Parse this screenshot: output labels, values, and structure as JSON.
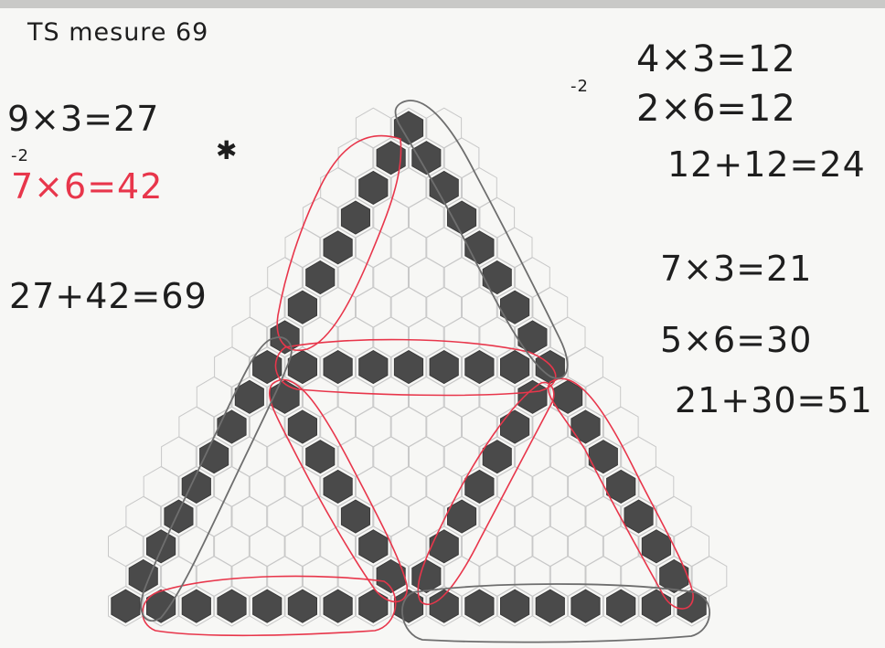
{
  "title": "TS mesure 69",
  "left_notes": {
    "line1": "9×3=27",
    "shift_mark": "-2",
    "line2": "7×6=42",
    "line3": "27+42=69",
    "star": "✱"
  },
  "right_notes": {
    "shift_mark": "-2",
    "line1": "4×3=12",
    "line2": "2×6=12",
    "line3": "12+12=24",
    "line4": "7×3=21",
    "line5": "5×6=30",
    "line6": "21+30=51"
  },
  "colors": {
    "paper": "#f7f7f5",
    "hex_fill": "#4a4a4a",
    "grid_line": "#c8c8c8",
    "red_pen": "#e8364b",
    "gray_pen": "#6e6e6e",
    "ink": "#1e1e1e"
  }
}
